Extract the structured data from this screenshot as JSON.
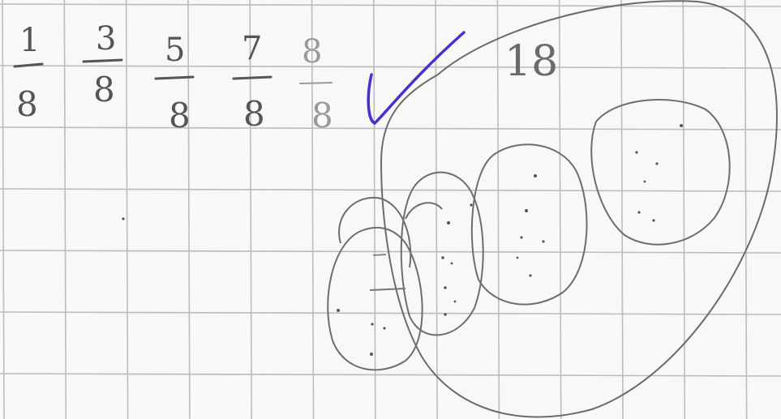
{
  "fractions": [
    {
      "numerator": "1",
      "denominator": "8"
    },
    {
      "numerator": "3",
      "denominator": "8"
    },
    {
      "numerator": "5",
      "denominator": "8"
    },
    {
      "numerator": "7",
      "denominator": "8"
    },
    {
      "numerator": "8",
      "denominator": "8"
    }
  ],
  "total_label": "18",
  "colors": {
    "grid": "#b9bdc2",
    "pencil": "#5b5b5b",
    "check_ink": "#4a2fd0",
    "paper": "#f8f8f6"
  }
}
